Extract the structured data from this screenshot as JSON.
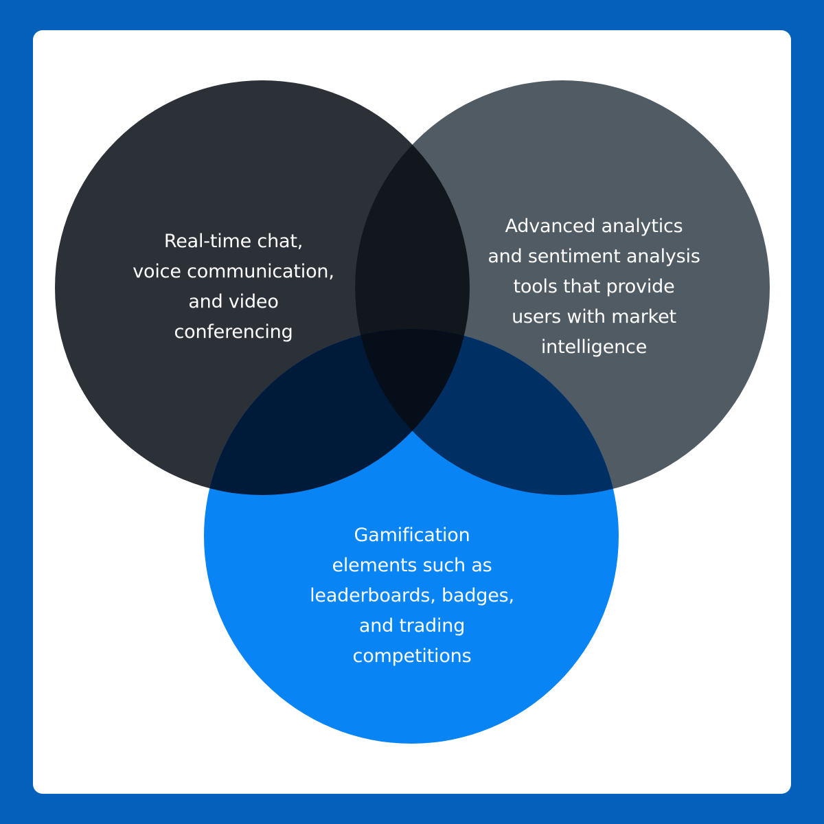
{
  "diagram": {
    "type": "venn",
    "colors": {
      "frame": "#0560bb",
      "card": "#ffffff",
      "circle_left": "#2c3138",
      "circle_right": "#505b64",
      "circle_bottom": "#0884f4",
      "text": "#ffffff"
    },
    "circles": [
      {
        "id": "left",
        "lines": [
          "Real-time chat,",
          "voice communication,",
          "and video",
          "conferencing"
        ]
      },
      {
        "id": "right",
        "lines": [
          "Advanced analytics",
          "and sentiment analysis",
          "tools that provide",
          "users with market",
          "intelligence"
        ]
      },
      {
        "id": "bottom",
        "lines": [
          "Gamification",
          "elements such as",
          "leaderboards, badges,",
          "and trading",
          "competitions"
        ]
      }
    ]
  }
}
